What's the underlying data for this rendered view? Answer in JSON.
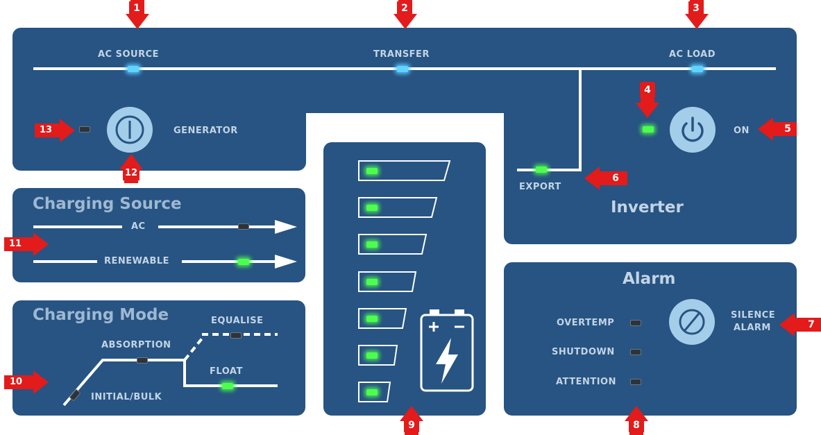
{
  "top": {
    "ac_source": "AC SOURCE",
    "transfer": "TRANSFER",
    "ac_load": "AC LOAD",
    "generator": "GENERATOR",
    "export": "EXPORT"
  },
  "inverter": {
    "title": "Inverter",
    "on": "ON"
  },
  "charging_source": {
    "title": "Charging Source",
    "ac": "AC",
    "renewable": "RENEWABLE"
  },
  "charging_mode": {
    "title": "Charging Mode",
    "equalise": "EQUALISE",
    "absorption": "ABSORPTION",
    "float": "FLOAT",
    "initial_bulk": "INITIAL/BULK"
  },
  "alarm": {
    "title": "Alarm",
    "silence": [
      "SILENCE",
      "ALARM"
    ],
    "overtemp": "OVERTEMP",
    "shutdown": "SHUTDOWN",
    "attention": "ATTENTION"
  },
  "battery": {
    "levels_lit": 7,
    "levels_total": 7,
    "terminals": "+ −"
  },
  "callouts": [
    "1",
    "2",
    "3",
    "4",
    "5",
    "6",
    "7",
    "8",
    "9",
    "10",
    "11",
    "12",
    "13"
  ],
  "colors": {
    "panel": "#275482",
    "led_green": "#4dff4d",
    "led_blue": "#5fd4ff",
    "callout_red": "#e31b1b",
    "button": "#a4cde9"
  }
}
